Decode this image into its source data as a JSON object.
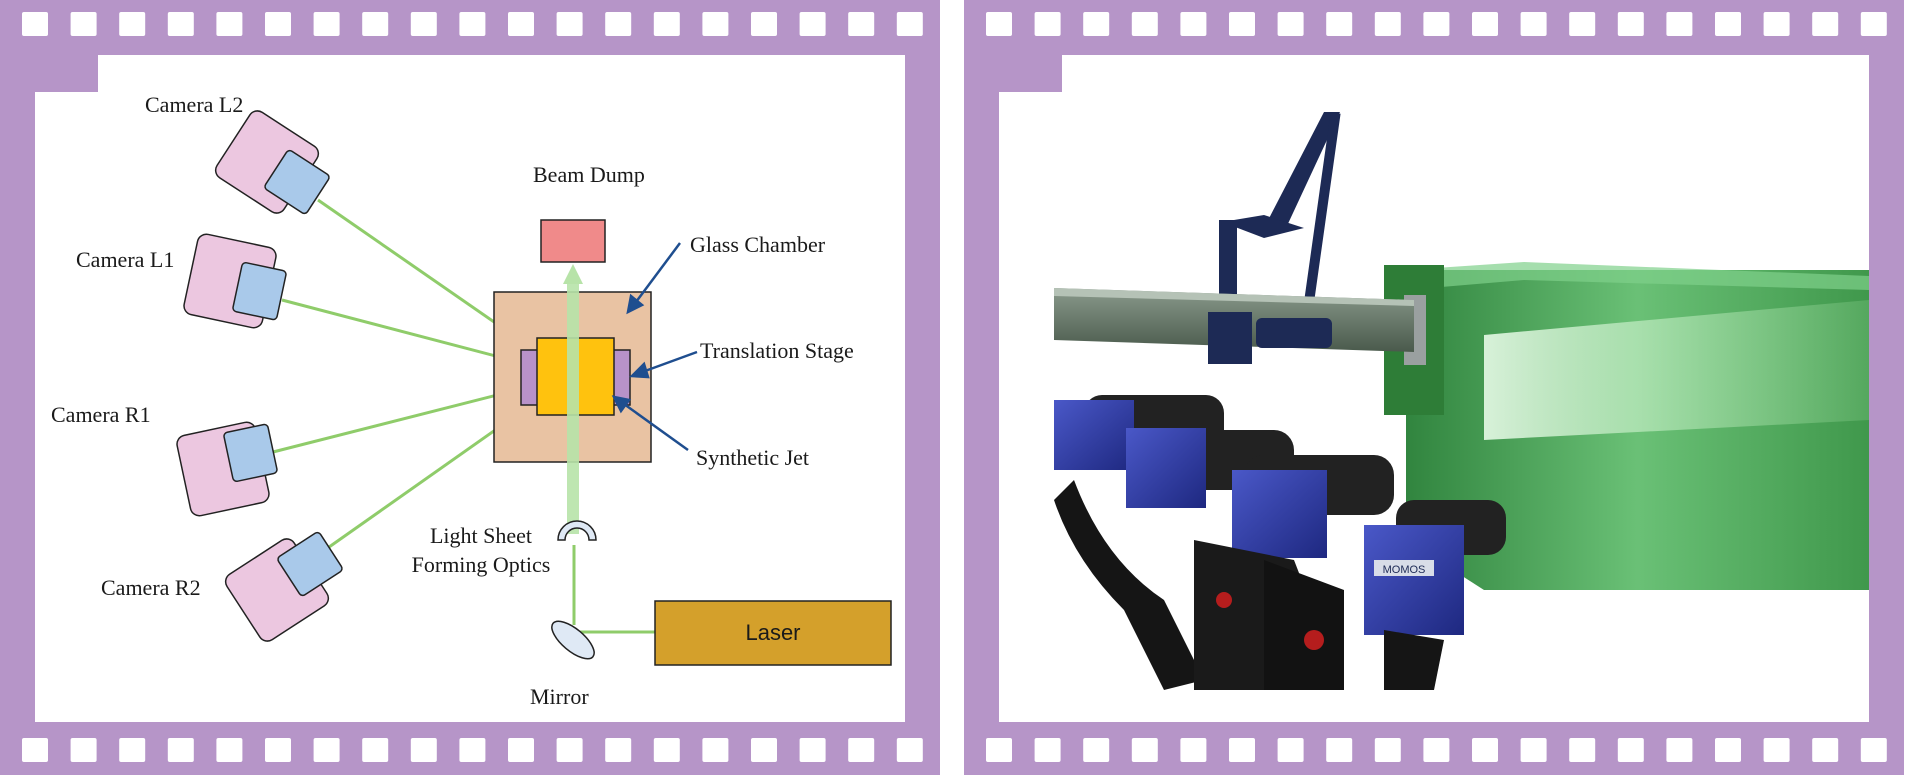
{
  "diagram": {
    "camera_l2": "Camera L2",
    "camera_l1": "Camera L1",
    "camera_r1": "Camera R1",
    "camera_r2": "Camera R2",
    "beam_dump": "Beam Dump",
    "glass_chamber": "Glass Chamber",
    "translation_stage": "Translation Stage",
    "synthetic_jet": "Synthetic Jet",
    "optics_line1": "Light Sheet",
    "optics_line2": "Forming Optics",
    "mirror": "Mirror",
    "laser": "Laser"
  },
  "photo": {
    "camera_badge": "MOMOS"
  },
  "colors": {
    "frame": "#b695c8",
    "camera_body": "#ecc7e0",
    "camera_lens": "#a9c9ea",
    "beam": "#8fcc6a",
    "laser_sheet": "#b7e3a8",
    "chamber": "#e9c3a3",
    "jet": "#ffc20e",
    "stage": "#b892c9",
    "beam_dump": "#f08a8a",
    "laser": "#d4a02b",
    "pointer": "#1f4e8f",
    "tank_glass": "#3a9a4a"
  }
}
